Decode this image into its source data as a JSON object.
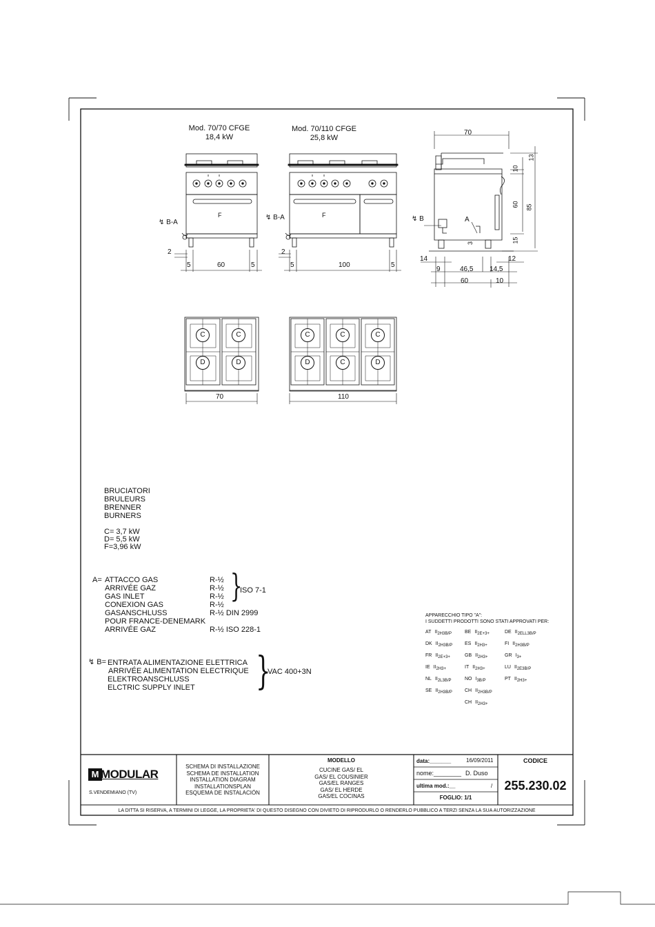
{
  "models": [
    {
      "name": "Mod. 70/70 CFGE",
      "power": "18,4 kW",
      "width_label": "70",
      "widths": [
        "5",
        "60",
        "5"
      ]
    },
    {
      "name": "Mod. 70/110 CFGE",
      "power": "25,8 kW",
      "width_label": "110",
      "widths": [
        "5",
        "100",
        "5"
      ]
    }
  ],
  "drawing_labels": {
    "oven": "F",
    "ba": "B-A",
    "b": "B",
    "a": "A",
    "two": "2",
    "c": "C",
    "d": "D",
    "side_dims": {
      "width": "70",
      "h13": "13",
      "h10": "10",
      "h60": "60",
      "h85": "85",
      "h15": "15",
      "h3": "3",
      "d14": "14",
      "d12": "12",
      "d9": "9",
      "d465": "46,5",
      "d145": "14,5",
      "d60": "60",
      "d10": "10"
    }
  },
  "burners": {
    "names": [
      "BRUCIATORI",
      "BRULEURS",
      "BRENNER",
      "BURNERS"
    ],
    "values": [
      "C= 3,7 kW",
      "D= 5,5 kW",
      "F=3,96 kW"
    ]
  },
  "gas": {
    "prefix": "A=",
    "rows": [
      {
        "label": "ATTACCO GAS",
        "value": "R-½"
      },
      {
        "label": "ARRIVÉE GAZ",
        "value": "R-½"
      },
      {
        "label": "GAS INLET",
        "value": "R-½"
      },
      {
        "label": "CONEXION GAS",
        "value": "R-½"
      },
      {
        "label": "GASANSCHLUSS",
        "value": "R-½ DIN 2999"
      },
      {
        "label": "POUR FRANCE-DENEMARK",
        "value": ""
      },
      {
        "label": "ARRIVÉE GAZ",
        "value": "R-½ ISO 228-1"
      }
    ],
    "standard": "ISO 7-1"
  },
  "electric": {
    "prefix": "B=",
    "rows": [
      "ENTRATA ALIMENTAZIONE ELETTRICA",
      "ARRIVÉE ALIMENTATION ELECTRIQUE",
      "ELEKTROANSCHLUSS",
      "ELCTRIC SUPPLY INLET"
    ],
    "voltage": "VAC 400+3N"
  },
  "approval": {
    "title1": "APPARECCHIO TIPO \"A\":",
    "title2": "I SUDDETTI PRODOTTI SONO STATI APPROVATI PER:",
    "entries": [
      {
        "c": "AT",
        "k": "II",
        "s": "2H3B/P"
      },
      {
        "c": "BE",
        "k": "II",
        "s": "2E+3+"
      },
      {
        "c": "DE",
        "k": "II",
        "s": "2ELL3B/P"
      },
      {
        "c": "DK",
        "k": "II",
        "s": "2H3B/P"
      },
      {
        "c": "ES",
        "k": "II",
        "s": "2H3+"
      },
      {
        "c": "FI",
        "k": "II",
        "s": "2H3B/P"
      },
      {
        "c": "FR",
        "k": "II",
        "s": "2E+3+"
      },
      {
        "c": "GB",
        "k": "II",
        "s": "2H3+"
      },
      {
        "c": "GR",
        "k": "I",
        "s": "3+"
      },
      {
        "c": "IE",
        "k": "II",
        "s": "2H3+"
      },
      {
        "c": "IT",
        "k": "II",
        "s": "2H3+"
      },
      {
        "c": "LU",
        "k": "II",
        "s": "2E3B/P"
      },
      {
        "c": "NL",
        "k": "II",
        "s": "2L3B/P"
      },
      {
        "c": "NO",
        "k": "I",
        "s": "3B/P"
      },
      {
        "c": "PT",
        "k": "II",
        "s": "2H3+"
      },
      {
        "c": "SE",
        "k": "II",
        "s": "2H3B/P"
      },
      {
        "c": "CH",
        "k": "II",
        "s": "2H3B/P"
      },
      {
        "c": "",
        "k": "",
        "s": ""
      },
      {
        "c": "",
        "k": "",
        "s": ""
      },
      {
        "c": "CH",
        "k": "II",
        "s": "2H3+"
      },
      {
        "c": "",
        "k": "",
        "s": ""
      }
    ]
  },
  "titleblock": {
    "brand": "MODULAR",
    "location": "S.VENDEMIANO (TV)",
    "schema": [
      "SCHEMA DI INSTALLAZIONE",
      "SCHEMA DE INSTALLATION",
      "INSTALLATION DIAGRAM",
      "INSTALLATIONSPLAN",
      "ESQUEMA DE INSTALACIÓN"
    ],
    "modello_title": "MODELLO",
    "modello": [
      "CUCINE GAS/ EL",
      "GAS/ EL COUSINIER",
      "GAS/EL  RANGES",
      "GAS/ EL HERDE",
      "GAS/EL  COCINAS"
    ],
    "data_label": "data:_______",
    "data_value": "16/09/2011",
    "nome_label": "nome:________",
    "nome_value": "D. Duso",
    "ultima_label": "ultima mod.:__",
    "ultima_value": "/",
    "foglio": "FOGLIO: 1/1",
    "codice_label": "CODICE",
    "codice_value": "255.230.02",
    "disclaimer": "LA DITTA SI RISERVA, A TERMINI DI LEGGE, LA PROPRIETA' DI QUESTO DISEGNO CON DIVIETO DI RIPRODURLO O RENDERLO PUBBLICO A TERZI SENZA LA SUA AUTORIZZAZIONE"
  }
}
